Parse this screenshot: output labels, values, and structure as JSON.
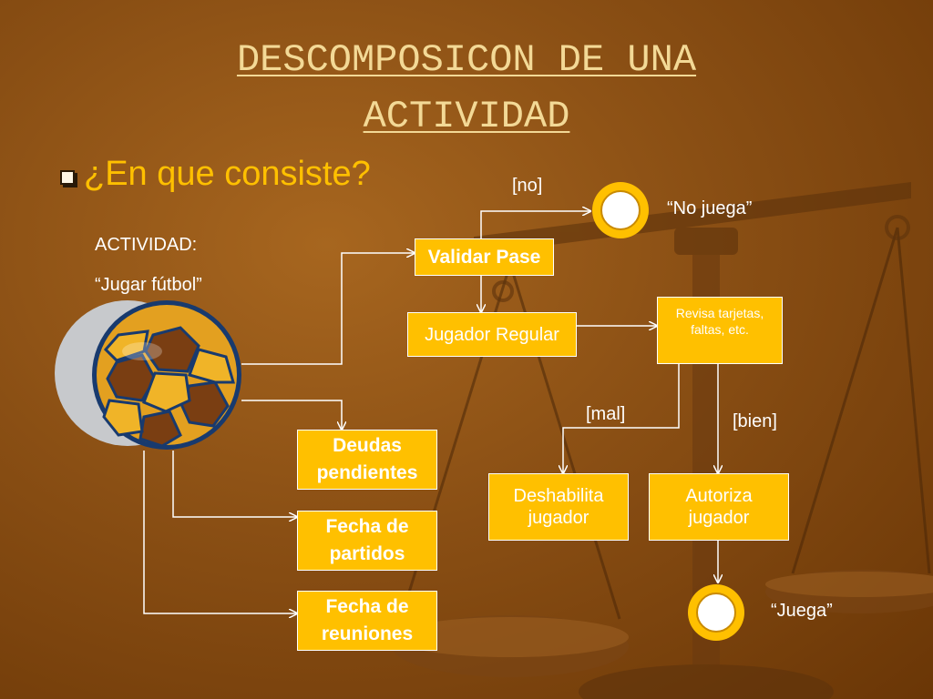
{
  "slide": {
    "title_line1": "DESCOMPOSICON DE UNA",
    "title_line2": "ACTIVIDAD",
    "bullet": "¿En que consiste?",
    "activity_label": "ACTIVIDAD:",
    "activity_name": "“Jugar fútbol”"
  },
  "diagram": {
    "nodes": {
      "validar_pase": "Validar Pase",
      "jugador_regular": "Jugador Regular",
      "revisa": "Revisa tarjetas, faltas, etc.",
      "deshabilita": "Deshabilita jugador",
      "autoriza": "Autoriza jugador",
      "deudas": "Deudas pendientes",
      "fecha_partidos": "Fecha de partidos",
      "fecha_reuniones": "Fecha de reuniones"
    },
    "guards": {
      "no": "[no]",
      "mal": "[mal]",
      "bien": "[bien]"
    },
    "final_states": {
      "no_juega": "“No juega”",
      "juega": "“Juega”"
    }
  },
  "colors": {
    "box_fill": "#ffc000",
    "box_border": "#ffffff",
    "title_text": "#f3d996",
    "bullet_text": "#ffc000"
  },
  "icons": {
    "ball": "soccer-ball-icon",
    "scale": "balance-scale-icon",
    "bullet": "checkbox-bullet-icon"
  }
}
